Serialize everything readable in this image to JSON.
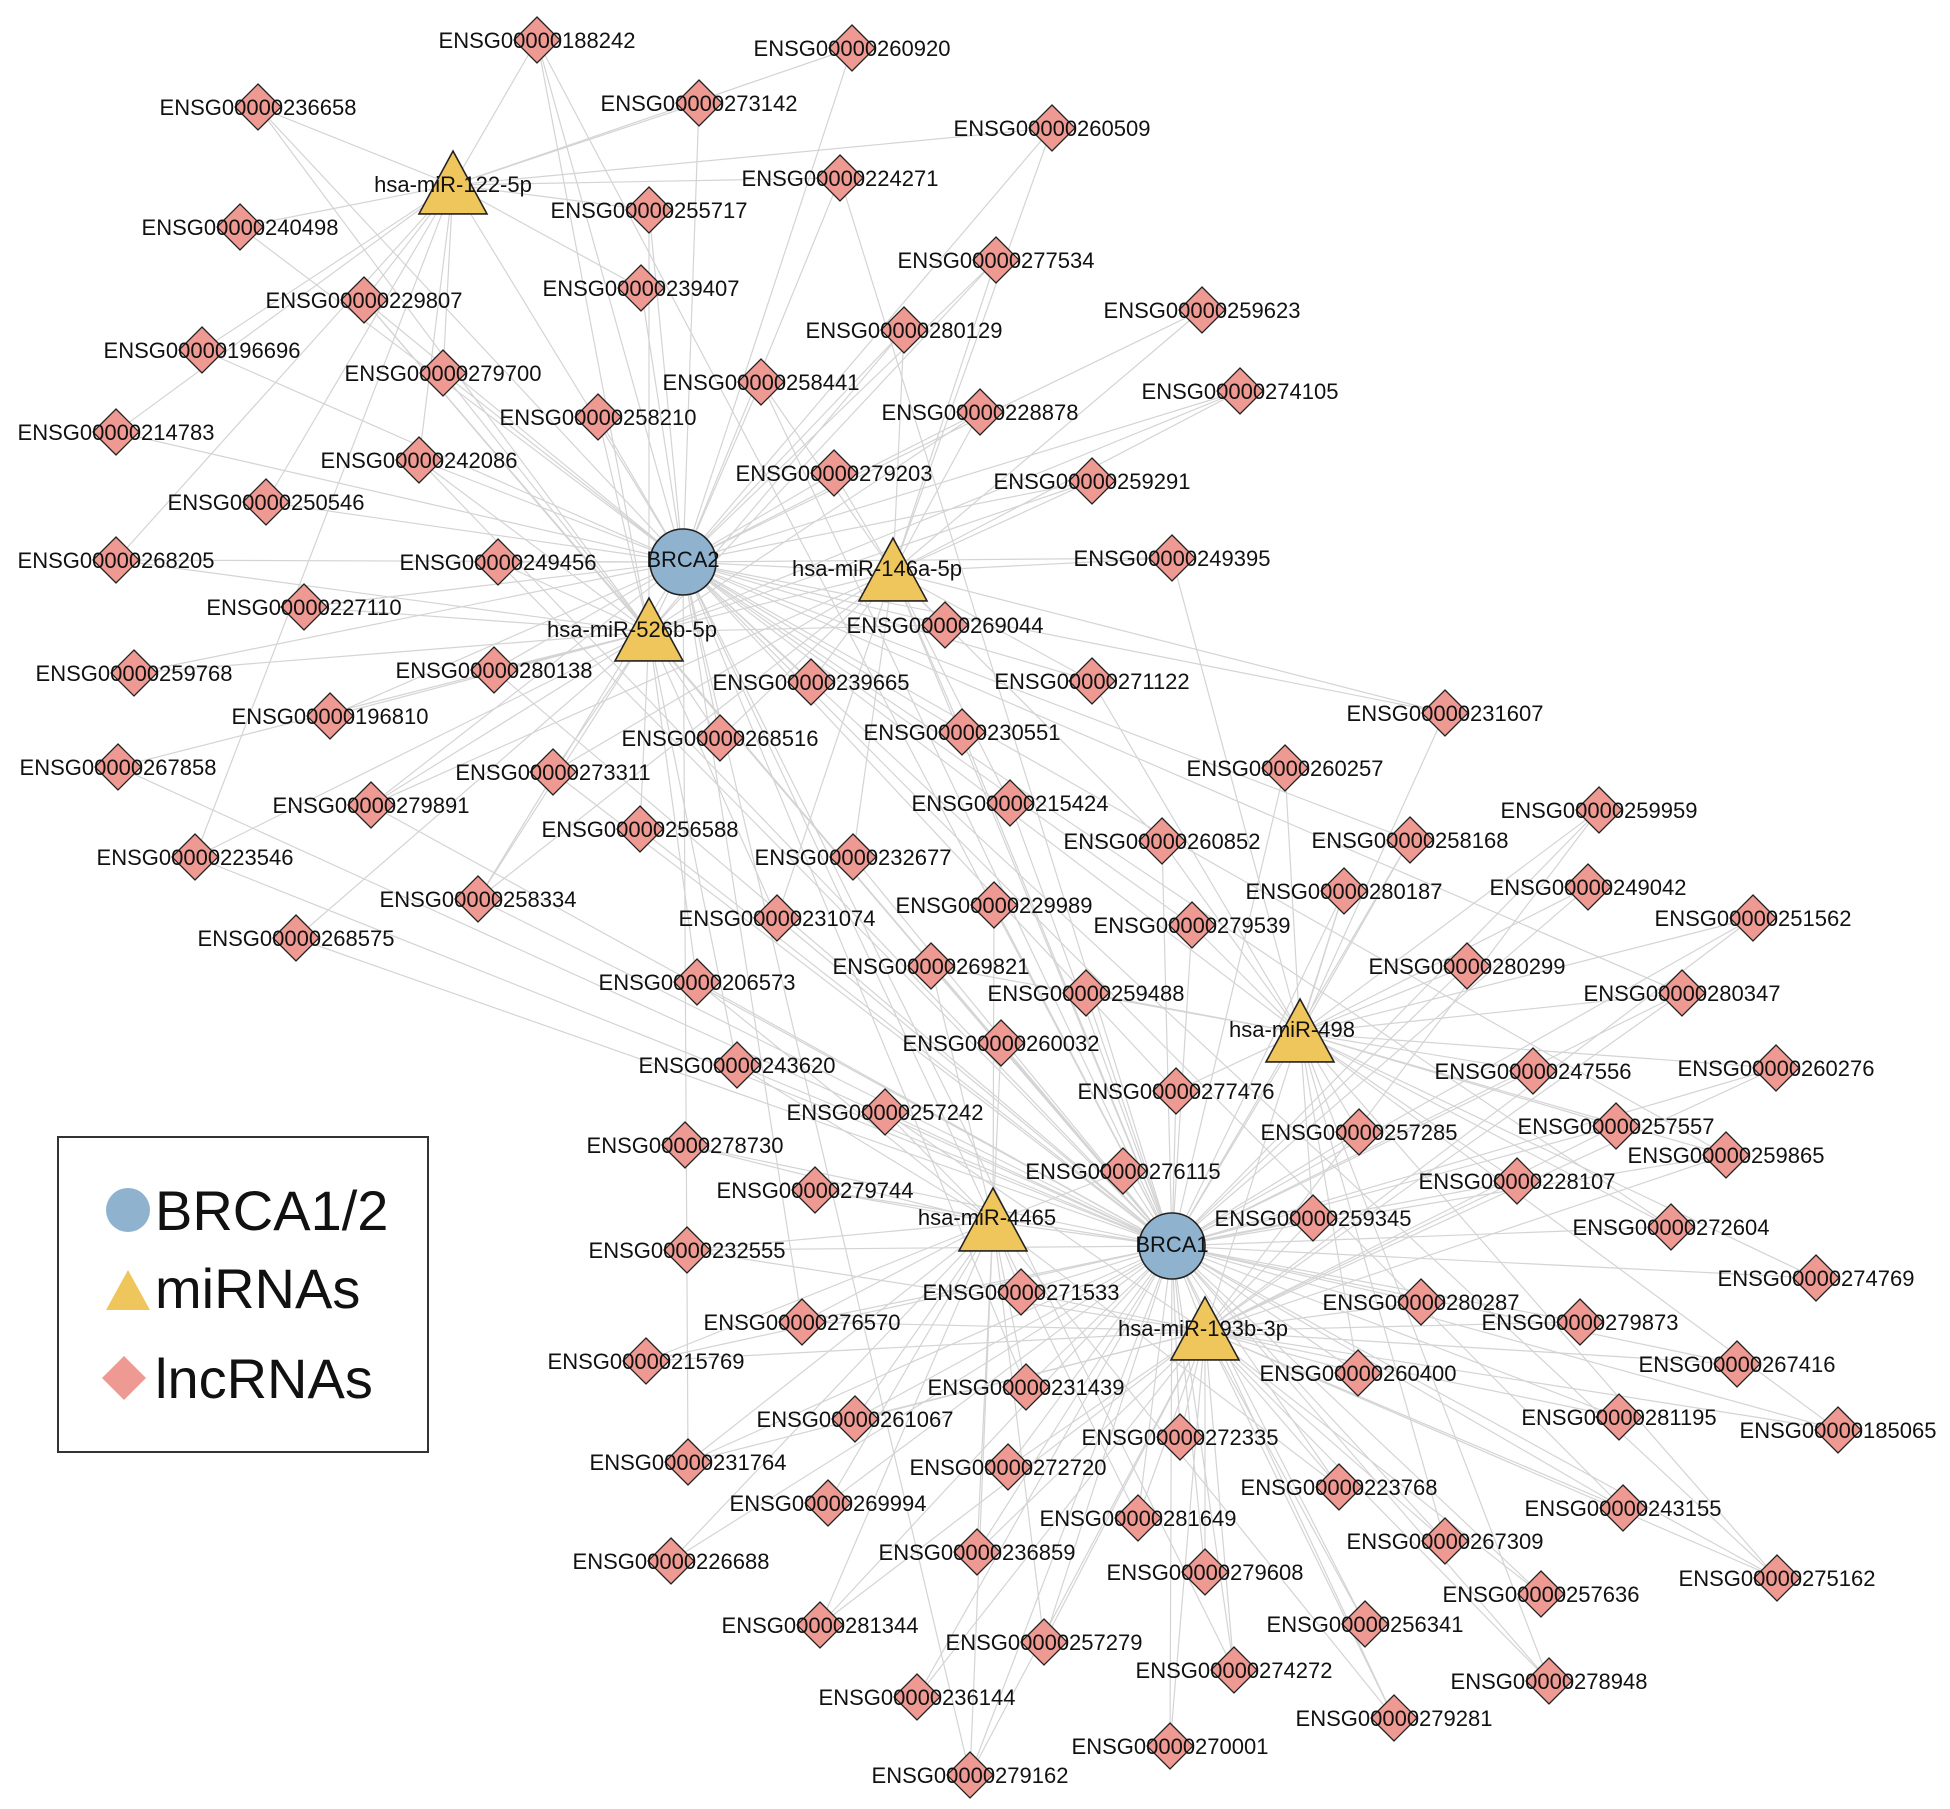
{
  "colors": {
    "gene": "#8fb3cf",
    "mirna": "#efc65c",
    "lncrna": "#ee9a93",
    "edge": "#d4d4d4",
    "stroke": "#222222"
  },
  "legend": [
    {
      "shape": "circle",
      "label": "BRCA1/2"
    },
    {
      "shape": "triangle",
      "label": "miRNAs"
    },
    {
      "shape": "diamond",
      "label": "lncRNAs"
    }
  ],
  "hubs": [
    {
      "id": "BRCA2",
      "type": "gene",
      "label": "BRCA2"
    },
    {
      "id": "BRCA1",
      "type": "gene",
      "label": "BRCA1"
    },
    {
      "id": "miR122",
      "type": "mirna",
      "label": "hsa-miR-122-5p"
    },
    {
      "id": "miR146",
      "type": "mirna",
      "label": "hsa-miR-146a-5p"
    },
    {
      "id": "miR526",
      "type": "mirna",
      "label": "hsa-miR-526b-5p"
    },
    {
      "id": "miR498",
      "type": "mirna",
      "label": "hsa-miR-498"
    },
    {
      "id": "miR4465",
      "type": "mirna",
      "label": "hsa-miR-4465"
    },
    {
      "id": "miR193",
      "type": "mirna",
      "label": "hsa-miR-193b-3p"
    }
  ],
  "lncrnas": [
    "ENSG00000188242",
    "ENSG00000260920",
    "ENSG00000236658",
    "ENSG00000273142",
    "ENSG00000260509",
    "ENSG00000224271",
    "ENSG00000255717",
    "ENSG00000240498",
    "ENSG00000277534",
    "ENSG00000239407",
    "ENSG00000229807",
    "ENSG00000259623",
    "ENSG00000280129",
    "ENSG00000196696",
    "ENSG00000279700",
    "ENSG00000258441",
    "ENSG00000274105",
    "ENSG00000258210",
    "ENSG00000228878",
    "ENSG00000214783",
    "ENSG00000242086",
    "ENSG00000279203",
    "ENSG00000259291",
    "ENSG00000250546",
    "ENSG00000268205",
    "ENSG00000249456",
    "ENSG00000249395",
    "ENSG00000227110",
    "ENSG00000269044",
    "ENSG00000259768",
    "ENSG00000280138",
    "ENSG00000239665",
    "ENSG00000271122",
    "ENSG00000196810",
    "ENSG00000268516",
    "ENSG00000230551",
    "ENSG00000231607",
    "ENSG00000267858",
    "ENSG00000273311",
    "ENSG00000260257",
    "ENSG00000279891",
    "ENSG00000215424",
    "ENSG00000259959",
    "ENSG00000256588",
    "ENSG00000260852",
    "ENSG00000258168",
    "ENSG00000223546",
    "ENSG00000232677",
    "ENSG00000280187",
    "ENSG00000249042",
    "ENSG00000258334",
    "ENSG00000229989",
    "ENSG00000251562",
    "ENSG00000268575",
    "ENSG00000231074",
    "ENSG00000279539",
    "ENSG00000269821",
    "ENSG00000280299",
    "ENSG00000206573",
    "ENSG00000259488",
    "ENSG00000280347",
    "ENSG00000260032",
    "ENSG00000243620",
    "ENSG00000247556",
    "ENSG00000260276",
    "ENSG00000277476",
    "ENSG00000257242",
    "ENSG00000257285",
    "ENSG00000257557",
    "ENSG00000278730",
    "ENSG00000259865",
    "ENSG00000276115",
    "ENSG00000228107",
    "ENSG00000279744",
    "ENSG00000259345",
    "ENSG00000272604",
    "ENSG00000232555",
    "ENSG00000274769",
    "ENSG00000271533",
    "ENSG00000280287",
    "ENSG00000276570",
    "ENSG00000279873",
    "ENSG00000215769",
    "ENSG00000267416",
    "ENSG00000260400",
    "ENSG00000231439",
    "ENSG00000261067",
    "ENSG00000281195",
    "ENSG00000185065",
    "ENSG00000272335",
    "ENSG00000231764",
    "ENSG00000272720",
    "ENSG00000223768",
    "ENSG00000269994",
    "ENSG00000281649",
    "ENSG00000243155",
    "ENSG00000267309",
    "ENSG00000226688",
    "ENSG00000236859",
    "ENSG00000279608",
    "ENSG00000275162",
    "ENSG00000257636",
    "ENSG00000281344",
    "ENSG00000256341",
    "ENSG00000257279",
    "ENSG00000274272",
    "ENSG00000278948",
    "ENSG00000236144",
    "ENSG00000279281",
    "ENSG00000270001",
    "ENSG00000279162"
  ]
}
